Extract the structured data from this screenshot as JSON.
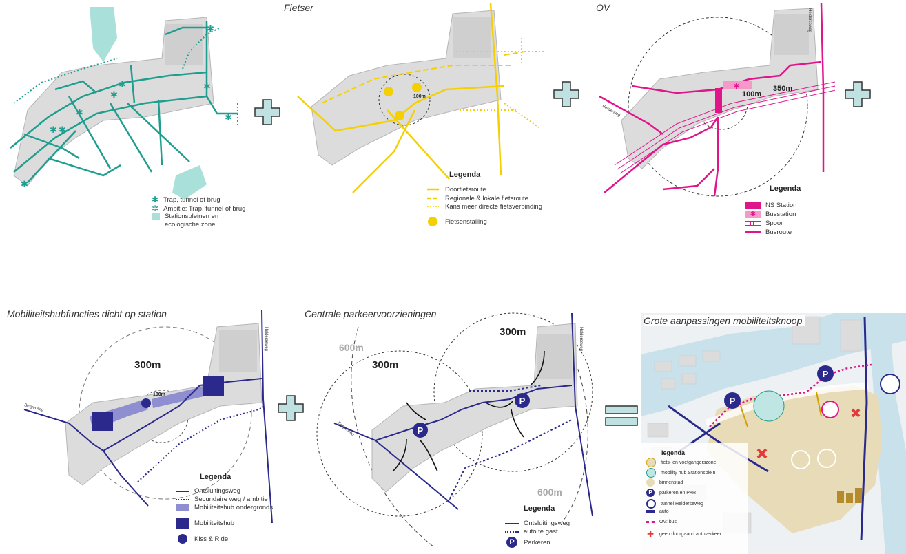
{
  "panels": {
    "p1": {
      "title": "",
      "legend": [
        {
          "label": "Trap, tunnel of brug",
          "swatch": "star"
        },
        {
          "label": "Ambitie: Trap, tunnel of brug",
          "swatch": "star-outline"
        },
        {
          "label": "Stationspleinen en",
          "swatch": "area"
        },
        {
          "label": "ecologische zone",
          "swatch": "none"
        }
      ]
    },
    "p2": {
      "title": "Fietser",
      "legend_title": "Legenda",
      "map_labels": {
        "ring": "100m"
      },
      "legend": [
        {
          "label": "Doorfietsroute",
          "swatch": "solid"
        },
        {
          "label": "Regionale & lokale fietsroute",
          "swatch": "dashed"
        },
        {
          "label": "Kans meer directe fietsverbinding",
          "swatch": "dotted"
        },
        {
          "label": "Fietsenstalling",
          "swatch": "bike-circle"
        }
      ]
    },
    "p3": {
      "title": "OV",
      "legend_title": "Legenda",
      "map_labels": {
        "inner": "100m",
        "outer": "350m",
        "road_left": "Bergerweg",
        "road_right": "Helderseweg"
      },
      "legend": [
        {
          "label": "NS Station",
          "swatch": "block"
        },
        {
          "label": "Busstation",
          "swatch": "star"
        },
        {
          "label": "Spoor",
          "swatch": "rail"
        },
        {
          "label": "Busroute",
          "swatch": "solid"
        }
      ]
    },
    "p4": {
      "title": "Mobiliteitshubfuncties dicht op station",
      "legend_title": "Legenda",
      "map_labels": {
        "outer": "300m",
        "inner": "100m",
        "road_left": "Bergerweg",
        "road_right": "Helderseweg"
      },
      "legend": [
        {
          "label": "Ontsluitingsweg",
          "swatch": "solid"
        },
        {
          "label": "Secundaire weg / ambitie",
          "swatch": "dotted"
        },
        {
          "label": "Mobiliteitshub ondergronds",
          "swatch": "block"
        },
        {
          "label": "Mobiliteitshub",
          "swatch": "hub"
        },
        {
          "label": "Kiss & Ride",
          "swatch": "kr"
        }
      ]
    },
    "p5": {
      "title": "Centrale parkeervoorzieningen",
      "legend_title": "Legenda",
      "map_labels": {
        "r_left": "300m",
        "r_right": "300m",
        "big_top": "600m",
        "big_bottom": "600m",
        "road_left": "Bergerweg",
        "road_right": "Helderseweg"
      },
      "legend": [
        {
          "label": "Ontsluitingsweg",
          "swatch": "solid"
        },
        {
          "label": "auto te gast",
          "swatch": "dotted"
        },
        {
          "label": "Parkeren",
          "swatch": "parking"
        }
      ]
    },
    "p6": {
      "title": "Grote aanpassingen mobiliteitsknoop",
      "legend_title": "legenda",
      "legend": [
        {
          "label": "fiets- en voetgangerszone",
          "swatch": "ped"
        },
        {
          "label": "mobility hub Stationsplein",
          "swatch": "hub"
        },
        {
          "label": "binnenstad",
          "swatch": "city"
        },
        {
          "label": "parkeren en P+R",
          "swatch": "parking"
        },
        {
          "label": "tunnel Helderseweg",
          "swatch": "tunnel"
        },
        {
          "label": "auto",
          "swatch": "auto"
        },
        {
          "label": "OV: bus",
          "swatch": "bus"
        },
        {
          "label": "geen doorgaand autoverkeer",
          "swatch": "cross"
        }
      ]
    }
  },
  "colors": {
    "teal": "#1f9e8f",
    "teal_area": "#a9e0da",
    "yellow": "#f5d000",
    "magenta": "#e0158a",
    "navy": "#2b2a8c",
    "hub_fill": "#8f8ed0",
    "ground": "#dcdcdc",
    "ground_edge": "#b5b5b5",
    "plus_fill": "#bfe1e1",
    "city": "#e8dcb8",
    "water": "#c9e1ea"
  },
  "operators": [
    "plus",
    "plus",
    "plus",
    "plus",
    "equals"
  ]
}
